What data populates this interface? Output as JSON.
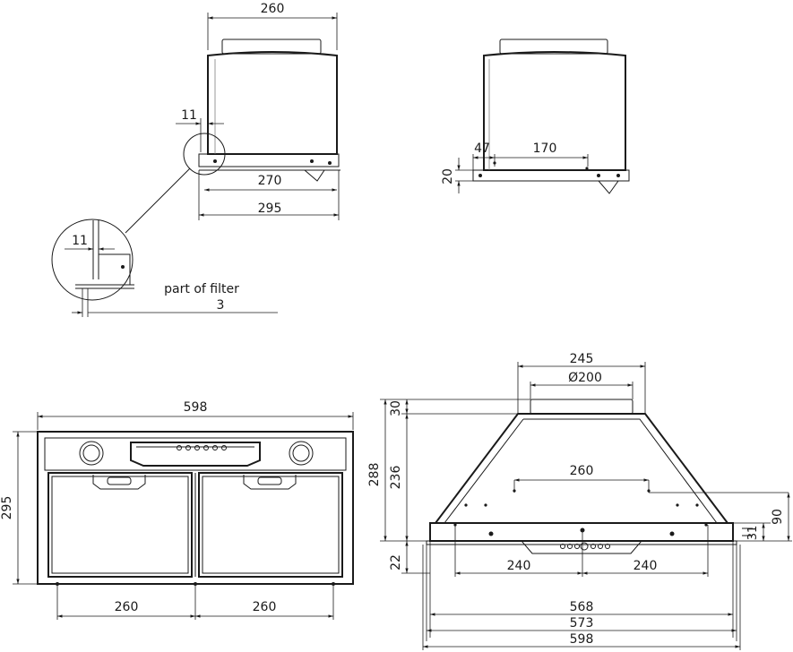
{
  "side_view": {
    "dim_top": "260",
    "dim_offset": "11",
    "dim_inner": "270",
    "dim_total": "295"
  },
  "detail_view": {
    "dim_offset": "11",
    "filter_label": "part of filter",
    "filter_dim": "3"
  },
  "rear_view": {
    "dim_left": "47",
    "dim_span": "170",
    "dim_height": "20"
  },
  "bottom_view": {
    "dim_width": "598",
    "dim_depth": "295",
    "dim_left_half": "260",
    "dim_right_half": "260"
  },
  "front_view": {
    "dim_collar": "245",
    "dim_diameter": "Ø200",
    "dim_collar_h": "30",
    "dim_body_h": "236",
    "dim_total_h": "288",
    "dim_base_h": "22",
    "dim_holes": "260",
    "dim_right_h": "90",
    "dim_right_small": "31",
    "dim_left_pos": "240",
    "dim_right_pos": "240",
    "dim_568": "568",
    "dim_573": "573",
    "dim_598": "598"
  }
}
